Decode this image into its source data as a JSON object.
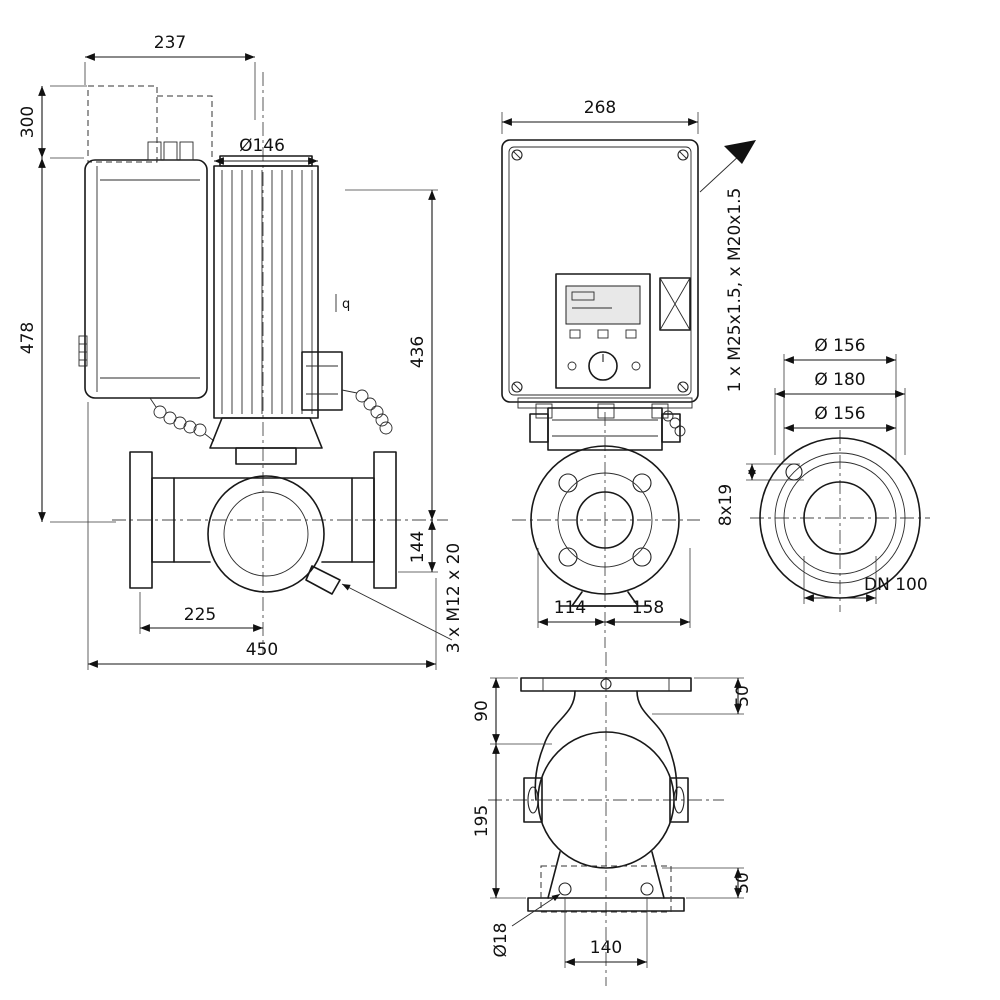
{
  "page": {
    "background": "#ffffff",
    "line_color": "#111111"
  },
  "drawing": {
    "side_view": {
      "width_module": "237",
      "height_top": "300",
      "height_total": "478",
      "motor_diameter": "Ø146",
      "height_motor_axis": "436",
      "height_below_axis": "144",
      "fixing_screws": "3 x M12 x 20",
      "length_axis": "225",
      "length_total": "450",
      "ref_mark": "q"
    },
    "front_view": {
      "module_width": "268",
      "cable_glands": "1 x M25x1.5, x M20x1.5",
      "bolt_hole_spec": "8x19",
      "width_left": "114",
      "width_right": "158"
    },
    "flange_view": {
      "dia_top": "Ø 156",
      "dia_mid": "Ø 180",
      "dia_bottom": "Ø 156",
      "nominal_diameter": "DN 100"
    },
    "bottom_view": {
      "offset_top": "50",
      "height_upper": "90",
      "height_lower": "195",
      "offset_bottom": "50",
      "base_hole_dia": "Ø18",
      "hole_spacing": "140"
    }
  }
}
